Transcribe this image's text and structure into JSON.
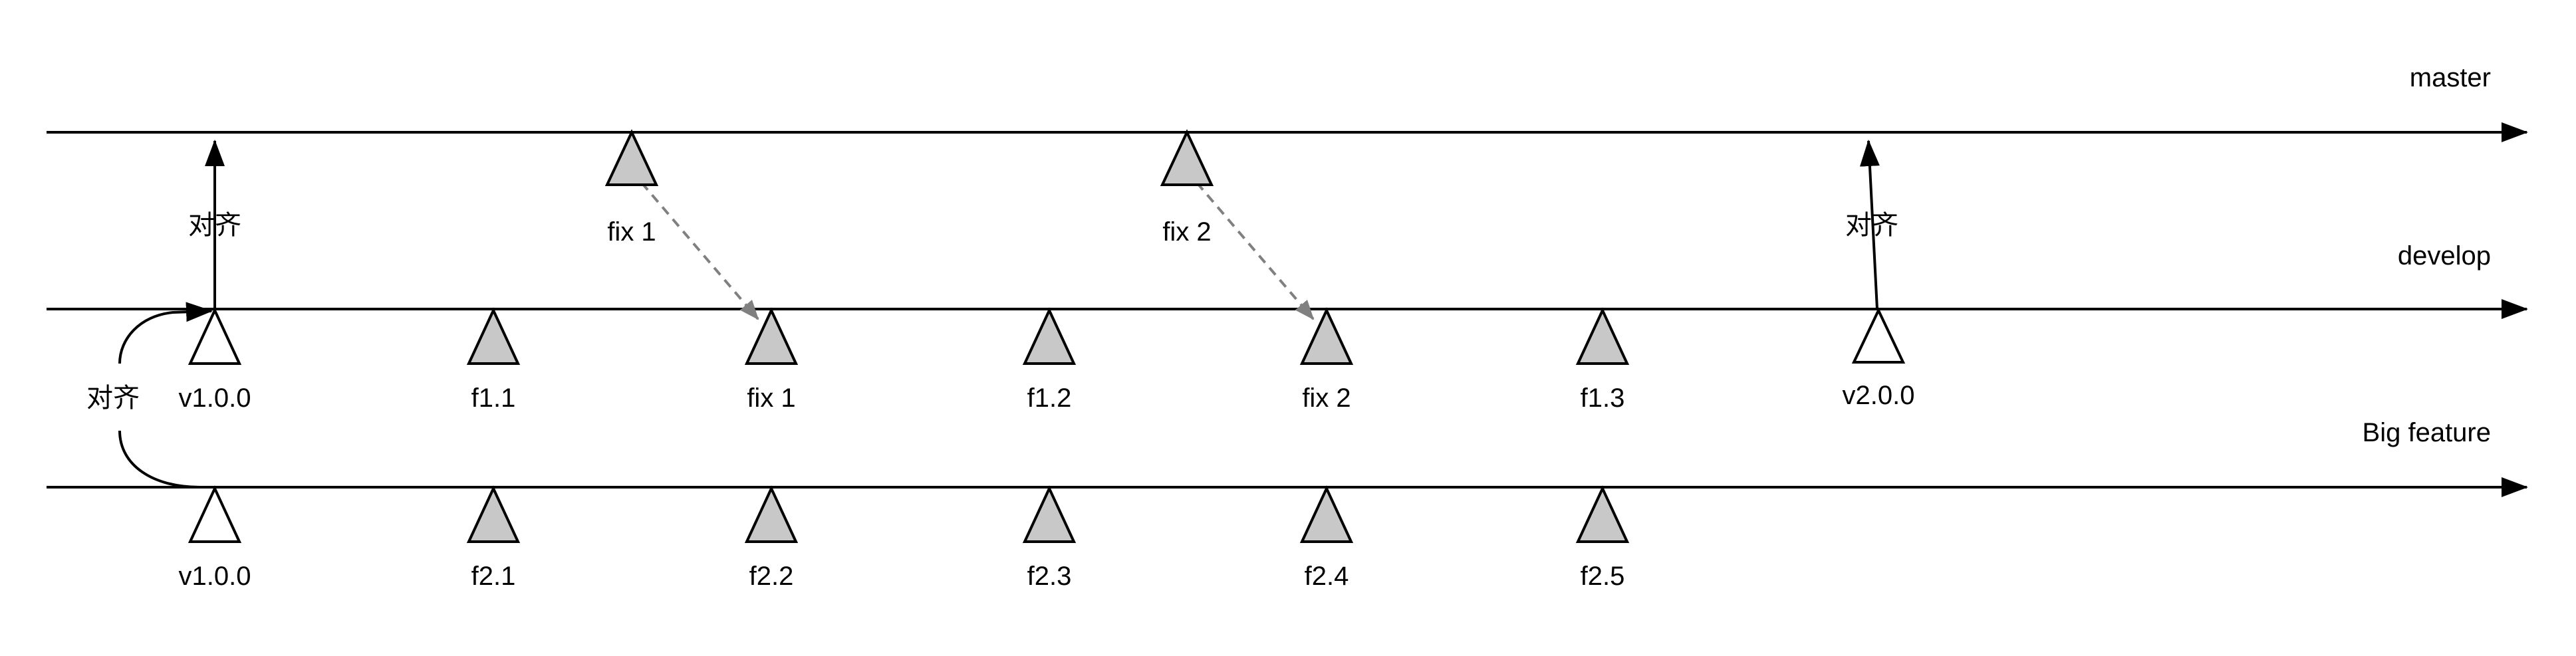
{
  "branches": [
    {
      "id": "master",
      "label": "master"
    },
    {
      "id": "develop",
      "label": "develop"
    },
    {
      "id": "big-feature",
      "label": "Big feature"
    }
  ],
  "commits": {
    "master": [
      {
        "label": "fix 1",
        "kind": "gray"
      },
      {
        "label": "fix 2",
        "kind": "gray"
      }
    ],
    "develop": [
      {
        "label": "v1.0.0",
        "kind": "white"
      },
      {
        "label": "f1.1",
        "kind": "gray"
      },
      {
        "label": "fix 1",
        "kind": "gray"
      },
      {
        "label": "f1.2",
        "kind": "gray"
      },
      {
        "label": "fix 2",
        "kind": "gray"
      },
      {
        "label": "f1.3",
        "kind": "gray"
      },
      {
        "label": "v2.0.0",
        "kind": "white"
      }
    ],
    "big_feature": [
      {
        "label": "v1.0.0",
        "kind": "white"
      },
      {
        "label": "f2.1",
        "kind": "gray"
      },
      {
        "label": "f2.2",
        "kind": "gray"
      },
      {
        "label": "f2.3",
        "kind": "gray"
      },
      {
        "label": "f2.4",
        "kind": "gray"
      },
      {
        "label": "f2.5",
        "kind": "gray"
      }
    ]
  },
  "align_labels": {
    "develop_to_master_v1": "对齐",
    "develop_to_master_v2": "对齐",
    "feature_to_develop": "对齐"
  },
  "colors": {
    "line": "#000000",
    "commit_fill": "#c8c8c8",
    "release_fill": "#ffffff",
    "merge_arrow": "#808080"
  }
}
